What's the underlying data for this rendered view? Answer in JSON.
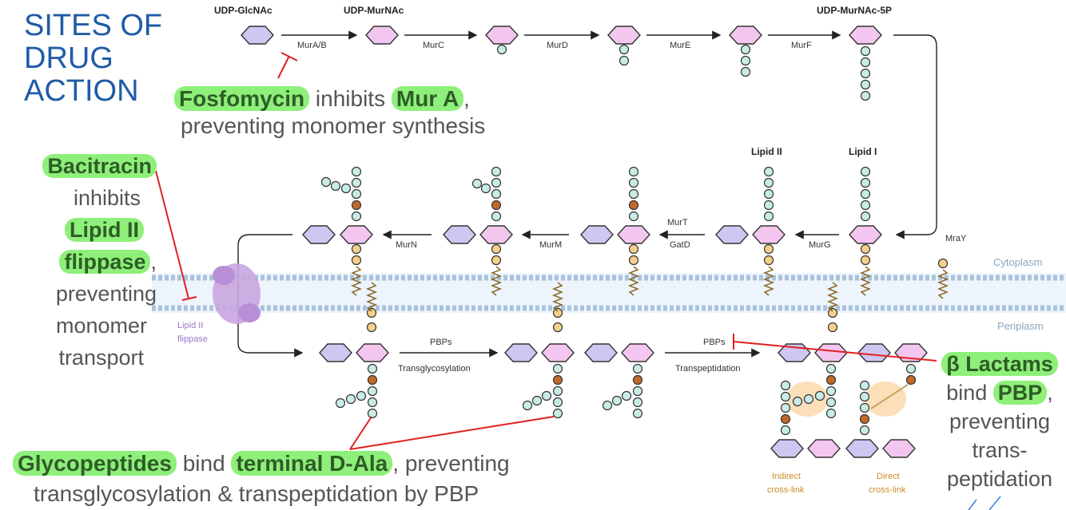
{
  "title": {
    "line1": "SITES OF",
    "line2": "DRUG",
    "line3": "ACTION"
  },
  "notes": {
    "fosfomycin": {
      "drug": "Fosfomycin",
      "mid": "inhibits",
      "target": "Mur A",
      "end": ",",
      "line2": "preventing monomer synthesis"
    },
    "bacitracin": {
      "drug": "Bacitracin",
      "line1": "inhibits",
      "target1": "Lipid II",
      "target2": "flippase",
      "comma": ",",
      "line2": "preventing",
      "line3": "monomer",
      "line4": "transport"
    },
    "glycopeptides": {
      "drug": "Glycopeptides",
      "mid": "bind",
      "target": "terminal D-Ala",
      "end": ", preventing",
      "line2": "transglycosylation & transpeptidation by PBP"
    },
    "blactams": {
      "drug": "β Lactams",
      "line1": "bind",
      "target": "PBP",
      "comma": ",",
      "line2": "preventing",
      "line3": "trans-",
      "line4": "peptidation"
    }
  },
  "diagram": {
    "top_labels": {
      "udp_glcnac": "UDP-GlcNAc",
      "udp_murnac": "UDP-MurNAc",
      "udp_murnac5p": "UDP-MurNAc-5P"
    },
    "enzymes_top": [
      "MurA/B",
      "MurC",
      "MurD",
      "MurE",
      "MurF"
    ],
    "lipid_labels": {
      "lipid2": "Lipid II",
      "lipid1": "Lipid I"
    },
    "enzymes_mid": {
      "murn": "MurN",
      "murm": "MurM",
      "murt": "MurT",
      "gatd": "GatD",
      "murg": "MurG",
      "mray": "MraY"
    },
    "compartments": {
      "cytoplasm": "Cytoplasm",
      "periplasm": "Periplasm"
    },
    "flippase": {
      "line1": "Lipid II",
      "line2": "flippase"
    },
    "pbps1": {
      "top": "PBPs",
      "bottom": "Transglycosylation"
    },
    "pbps2": {
      "top": "PBPs",
      "bottom": "Transpeptidation"
    },
    "crosslinks": {
      "indirect1": "Indirect",
      "indirect2": "cross-link",
      "direct1": "Direct",
      "direct2": "cross-link"
    }
  },
  "colors": {
    "title": "#1f5ba6",
    "highlight": "#8ef07a",
    "inhibitor": "#e02020",
    "sugar_lavender": "#cfc6f2",
    "sugar_pink": "#f2c6ef",
    "peptide_teal": "#c8ece6",
    "lipid_orange": "#f5d08a",
    "membrane": "#b8cfe6"
  }
}
